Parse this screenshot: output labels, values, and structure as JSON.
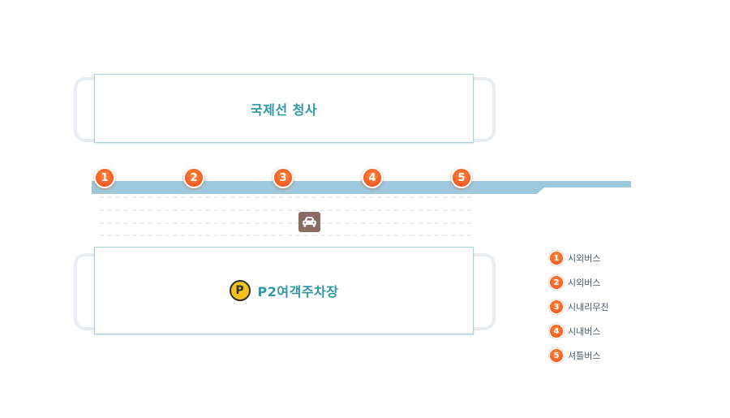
{
  "terminal": {
    "name": "국제선 청사"
  },
  "parking": {
    "icon_letter": "P",
    "name": "P2여객주차장"
  },
  "road": {
    "color": "#9ec8dc"
  },
  "stops": [
    {
      "number": "1"
    },
    {
      "number": "2"
    },
    {
      "number": "3"
    },
    {
      "number": "4"
    },
    {
      "number": "5"
    }
  ],
  "car_icon": "taxi-car-icon",
  "legend": [
    {
      "number": "1",
      "label": "시외버스"
    },
    {
      "number": "2",
      "label": "시외버스"
    },
    {
      "number": "3",
      "label": "시내리무진"
    },
    {
      "number": "4",
      "label": "시내버스"
    },
    {
      "number": "5",
      "label": "셔틀버스"
    }
  ],
  "colors": {
    "stop_marker": "#f15a22",
    "title_text": "#2f97a6",
    "parking_icon": "#f4c21b",
    "car_icon_bg": "#8b6b63"
  }
}
